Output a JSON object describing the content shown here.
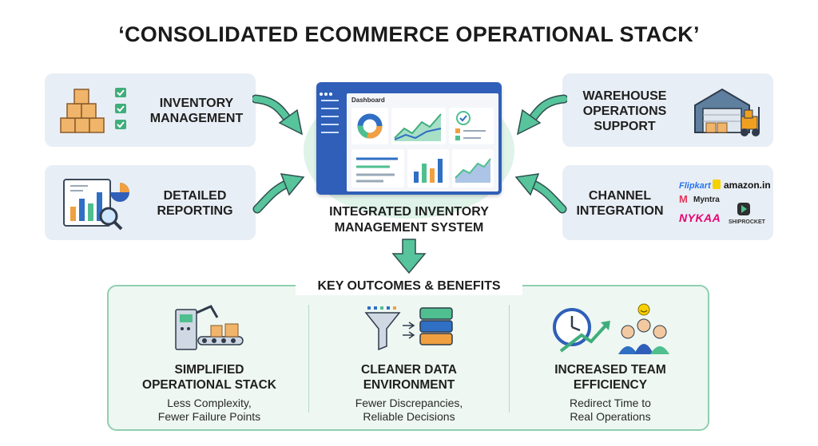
{
  "title": "‘CONSOLIDATED ECOMMERCE OPERATIONAL STACK’",
  "cards": {
    "inventory": {
      "line1": "INVENTORY",
      "line2": "MANAGEMENT"
    },
    "reporting": {
      "line1": "DETAILED",
      "line2": "REPORTING"
    },
    "warehouse": {
      "line1": "WAREHOUSE",
      "line2": "OPERATIONS",
      "line3": "SUPPORT"
    },
    "channel": {
      "line1": "CHANNEL",
      "line2": "INTEGRATION"
    }
  },
  "channel_logos": [
    "Flipkart",
    "amazon.in",
    "Myntra",
    "NYKAA",
    "SHIPROCKET"
  ],
  "dashboard": {
    "header": "Dashboard"
  },
  "center": {
    "line1": "INTEGRATED INVENTORY",
    "line2": "MANAGEMENT SYSTEM"
  },
  "outcomes": {
    "heading": "KEY OUTCOMES & BENEFITS",
    "items": [
      {
        "title1": "SIMPLIFIED",
        "title2": "OPERATIONAL STACK",
        "sub1": "Less Complexity,",
        "sub2": "Fewer Failure Points"
      },
      {
        "title1": "CLEANER DATA",
        "title2": "ENVIRONMENT",
        "sub1": "Fewer Discrepancies,",
        "sub2": "Reliable Decisions"
      },
      {
        "title1": "INCREASED TEAM",
        "title2": "EFFICIENCY",
        "sub1": "Redirect Time to",
        "sub2": "Real Operations"
      }
    ]
  },
  "colors": {
    "accent_green": "#4fbf8f",
    "arrow_teal": "#57c49b",
    "card_bg": "#e8eef5",
    "dashboard_blue": "#2f5fb8",
    "box_orange": "#f0b56a"
  }
}
